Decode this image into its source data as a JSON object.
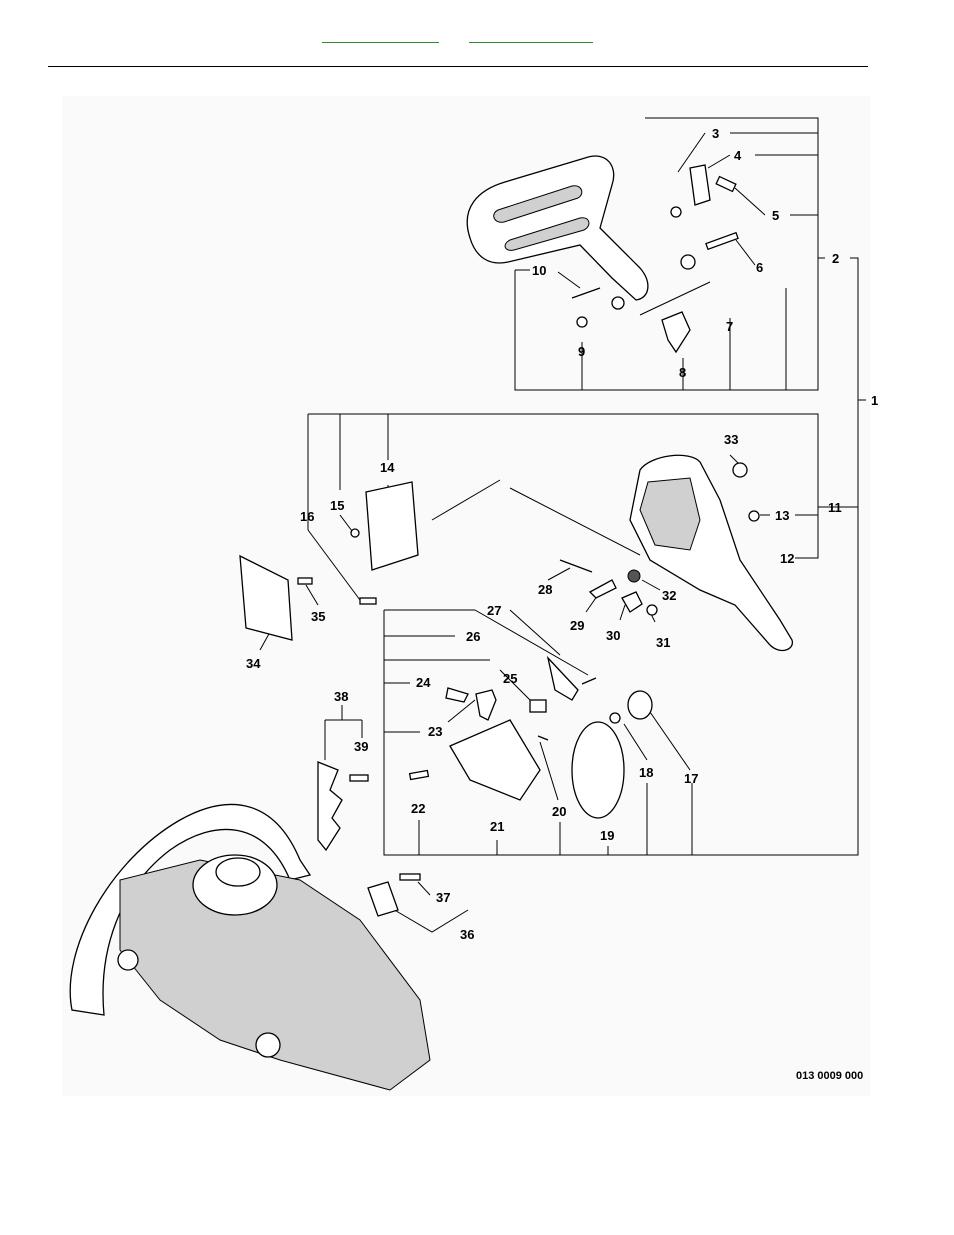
{
  "header": {
    "links": [
      "",
      ""
    ]
  },
  "diagram": {
    "drawing_code": "013 0009 000",
    "callouts": [
      "1",
      "2",
      "3",
      "4",
      "5",
      "6",
      "7",
      "8",
      "9",
      "10",
      "11",
      "12",
      "13",
      "14",
      "15",
      "16",
      "17",
      "18",
      "19",
      "20",
      "21",
      "22",
      "23",
      "24",
      "25",
      "26",
      "27",
      "28",
      "29",
      "30",
      "31",
      "32",
      "33",
      "34",
      "35",
      "36",
      "37",
      "38",
      "39"
    ]
  }
}
